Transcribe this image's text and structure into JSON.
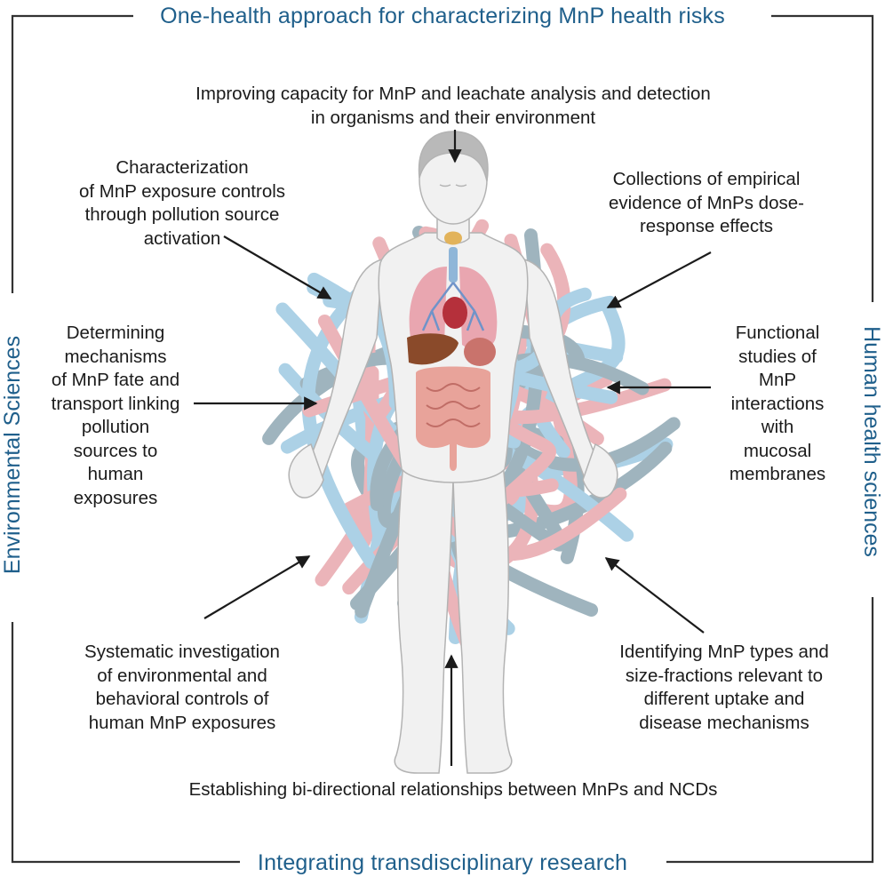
{
  "frame": {
    "top_title": "One-health approach for characterizing MnP health risks",
    "bottom_title": "Integrating transdisciplinary research",
    "left_title": "Environmental Sciences",
    "right_title": "Human health sciences"
  },
  "labels": {
    "capacity": "Improving capacity for MnP and leachate analysis and detection\nin organisms and their environment",
    "exposure_controls": "Characterization\nof MnP exposure controls\nthrough pollution source\nactivation",
    "dose_response": "Collections of empirical\nevidence of MnPs dose-\nresponse effects",
    "fate_transport": "Determining\nmechanisms\nof MnP fate and\ntransport linking\npollution\nsources to\nhuman\nexposures",
    "functional": "Functional\nstudies of\nMnP\ninteractions\nwith\nmucosal\nmembranes",
    "systematic": "Systematic investigation\nof environmental and\nbehavioral controls of\nhuman MnP exposures",
    "uptake": "Identifying MnP types and\nsize-fractions relevant to\ndifferent uptake and\ndisease mechanisms",
    "bidirectional": "Establishing bi-directional relationships between MnPs and NCDs"
  },
  "colors": {
    "title_blue": "#1f5f8b",
    "fiber_blue": "#9ec9e2",
    "fiber_pink": "#e8a7ad",
    "fiber_gray": "#8fa8b3",
    "skin": "#f1f1f1",
    "outline": "#b3b3b3",
    "arrow": "#1b1b1b",
    "frame_line": "#333333"
  },
  "icons": [
    "human-body-icon",
    "lungs-icon",
    "intestine-icon",
    "microplastic-fibers-icon"
  ]
}
